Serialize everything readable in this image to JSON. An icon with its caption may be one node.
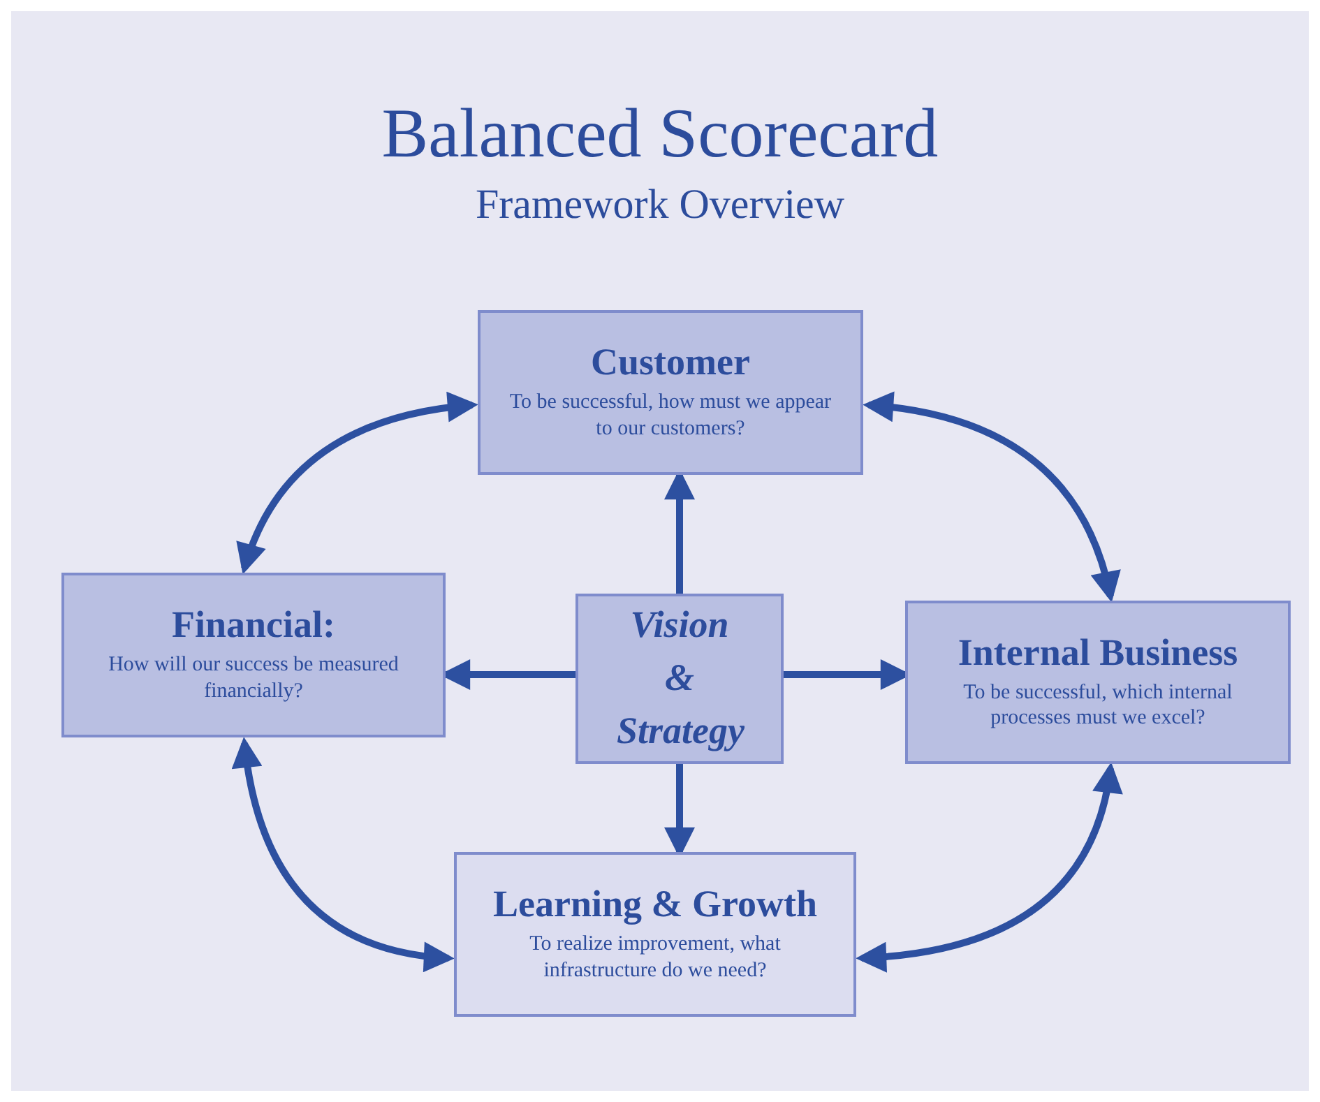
{
  "diagram": {
    "title": "Balanced Scorecard",
    "caption": "Framework Overview",
    "nodes": [
      {
        "text": [
          "Customer",
          "To be successful, how must we appear to our customers?"
        ]
      },
      {
        "text": [
          "Financial:",
          "How will our success be measured financially?"
        ]
      },
      {
        "text": [
          "Vision & Strategy"
        ]
      },
      {
        "text": [
          "Internal Business",
          "To be successful, which internal processes must we excel?"
        ]
      },
      {
        "text": [
          "Learning & Growth",
          "To realize improvement, what infrastructure do we need?"
        ]
      }
    ],
    "edges": [
      {
        "from": 2,
        "to": 0,
        "arrow": "to"
      },
      {
        "from": 2,
        "to": 1,
        "arrow": "to"
      },
      {
        "from": 2,
        "to": 3,
        "arrow": "to"
      },
      {
        "from": 2,
        "to": 4,
        "arrow": "to"
      },
      {
        "from": 0,
        "to": 1,
        "arrow": "both"
      },
      {
        "from": 0,
        "to": 3,
        "arrow": "both"
      },
      {
        "from": 1,
        "to": 4,
        "arrow": "both"
      },
      {
        "from": 3,
        "to": 4,
        "arrow": "both"
      }
    ]
  }
}
